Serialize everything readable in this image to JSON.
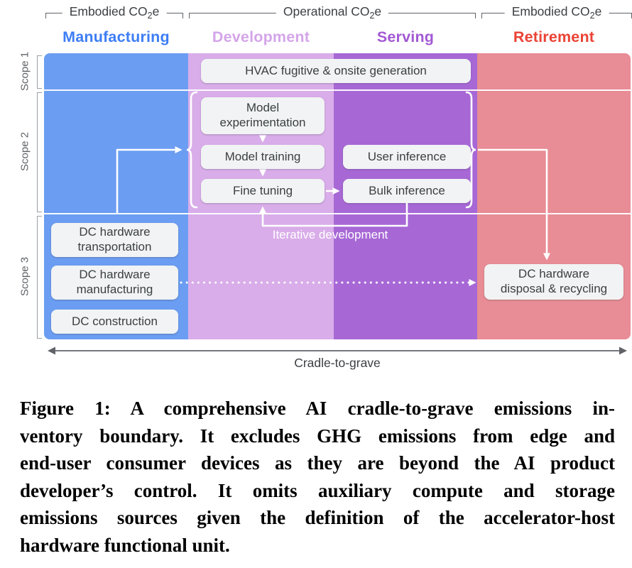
{
  "top_groups": [
    {
      "pre": "Embodied CO",
      "sub": "2",
      "post": "e"
    },
    {
      "pre": "Operational CO",
      "sub": "2",
      "post": "e"
    },
    {
      "pre": "Embodied CO",
      "sub": "2",
      "post": "e"
    }
  ],
  "columns": [
    {
      "label": "Manufacturing"
    },
    {
      "label": "Development"
    },
    {
      "label": "Serving"
    },
    {
      "label": "Retirement"
    }
  ],
  "scopes": [
    {
      "label": "Scope 1"
    },
    {
      "label": "Scope 2"
    },
    {
      "label": "Scope 3"
    }
  ],
  "boxes": {
    "hvac": "HVAC fugitive & onsite generation",
    "model_experimentation": "Model\nexperimentation",
    "model_training": "Model training",
    "fine_tuning": "Fine tuning",
    "user_inference": "User inference",
    "bulk_inference": "Bulk inference",
    "dc_hardware_transportation": "DC hardware\ntransportation",
    "dc_hardware_manufacturing": "DC hardware\nmanufacturing",
    "dc_construction": "DC construction",
    "dc_hardware_disposal": "DC hardware\ndisposal & recycling"
  },
  "annotations": {
    "iterative_development": "Iterative development",
    "cradle_to_grave": "Cradle-to-grave"
  },
  "colors": {
    "manufacturing_column": "#6B9DF2",
    "development_column": "#D9ADE9",
    "serving_column": "#A768D6",
    "retirement_column": "#E88C95",
    "manufacturing_label": "#3D7DF5",
    "development_label": "#D4A5E9",
    "serving_label": "#A259D4",
    "retirement_label": "#EA4335",
    "box_background": "#F1F3F4",
    "box_text": "#3C4043"
  },
  "caption": {
    "lines": [
      "Figure 1: A comprehensive AI cradle-to-grave emissions in-",
      "ventory boundary. It excludes GHG emissions from edge and",
      "end-user consumer devices as they are beyond the AI product",
      "developer’s control. It omits auxiliary compute and storage",
      "emissions sources given the definition of the accelerator-host",
      "hardware functional unit."
    ]
  }
}
